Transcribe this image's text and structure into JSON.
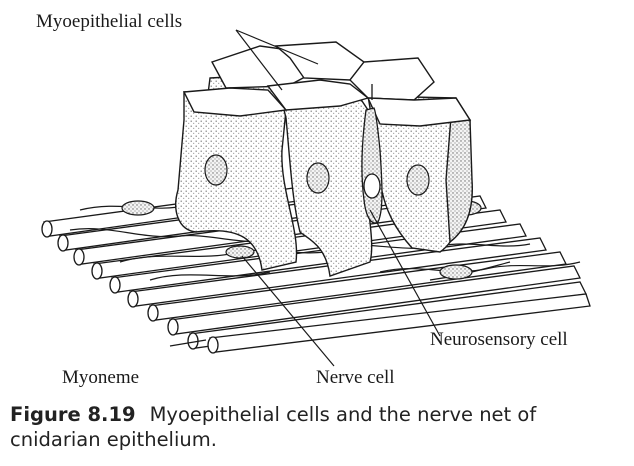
{
  "labels": {
    "myoepithelial": "Myoepithelial cells",
    "neurosensory": "Neurosensory cell",
    "myoneme": "Myoneme",
    "nerve_cell": "Nerve cell"
  },
  "caption": {
    "number": "Figure 8.19",
    "text": "Myoepithelial cells and the nerve net of cnidarian epithelium."
  },
  "colors": {
    "ink": "#1a1a1a",
    "stipple": "#7a7a7a",
    "paper": "#ffffff"
  }
}
